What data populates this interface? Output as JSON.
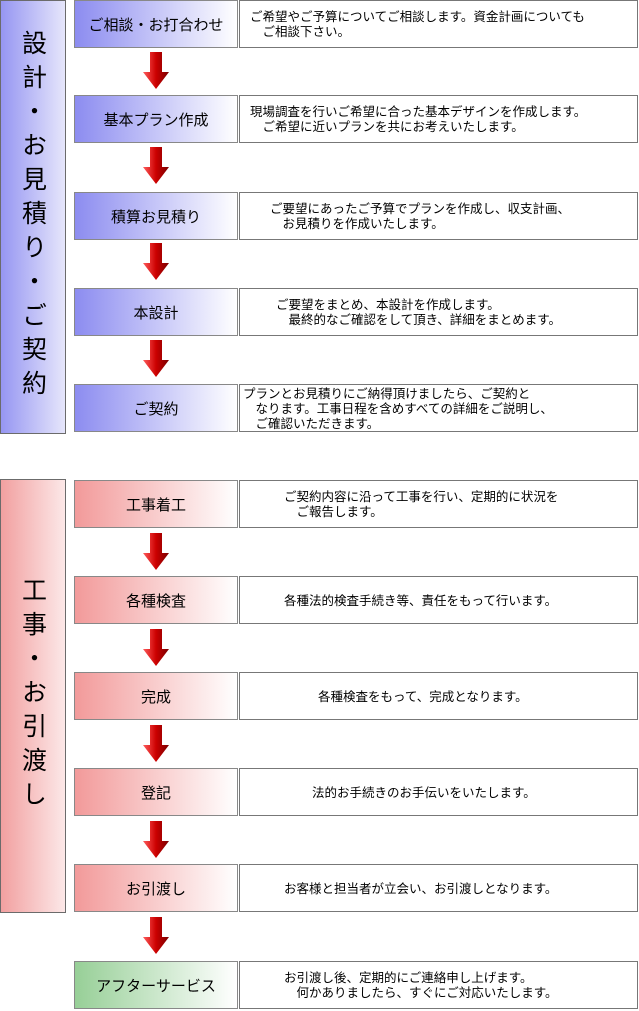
{
  "phases": [
    {
      "label": "設計・お見積り・ご契約",
      "color": "#9696f2"
    },
    {
      "label": "工事・お引渡し",
      "color": "#f2a0a0"
    }
  ],
  "steps": [
    {
      "label": "ご相談・お打合わせ",
      "desc": "ご希望やご予算についてご相談します。資金計画についても\n　ご相談下さい。",
      "color": "#8c8cf0"
    },
    {
      "label": "基本プラン作成",
      "desc": "現場調査を行いご希望に合った基本デザインを作成します。\n　ご希望に近いプランを共にお考えいたします。",
      "color": "#8c8cf0"
    },
    {
      "label": "積算お見積り",
      "desc": "ご要望にあったご予算でプランを作成し、収支計画、\n　お見積りを作成いたします。",
      "color": "#8c8cf0"
    },
    {
      "label": "本設計",
      "desc": "ご要望をまとめ、本設計を作成します。\n　最終的なご確認をして頂き、詳細をまとめます。",
      "color": "#8c8cf0"
    },
    {
      "label": "ご契約",
      "desc": "プランとお見積りにご納得頂けましたら、ご契約と\n　なります。工事日程を含めすべての詳細をご説明し、\n　ご確認いただきます。",
      "color": "#8c8cf0"
    },
    {
      "label": "工事着工",
      "desc": "ご契約内容に沿って工事を行い、定期的に状況を\n　ご報告します。",
      "color": "#f29a9a"
    },
    {
      "label": "各種検査",
      "desc": "各種法的検査手続き等、責任をもって行います。",
      "color": "#f29a9a"
    },
    {
      "label": "完成",
      "desc": "各種検査をもって、完成となります。",
      "color": "#f29a9a"
    },
    {
      "label": "登記",
      "desc": "法的お手続きのお手伝いをいたします。",
      "color": "#f29a9a"
    },
    {
      "label": "お引渡し",
      "desc": "お客様と担当者が立会い、お引渡しとなります。",
      "color": "#f29a9a"
    },
    {
      "label": "アフターサービス",
      "desc": "お引渡し後、定期的にご連絡申し上げます。\n　何かありましたら、すぐにご対応いたします。",
      "color": "#97cf97"
    }
  ],
  "arrow_color": "#cc0000"
}
